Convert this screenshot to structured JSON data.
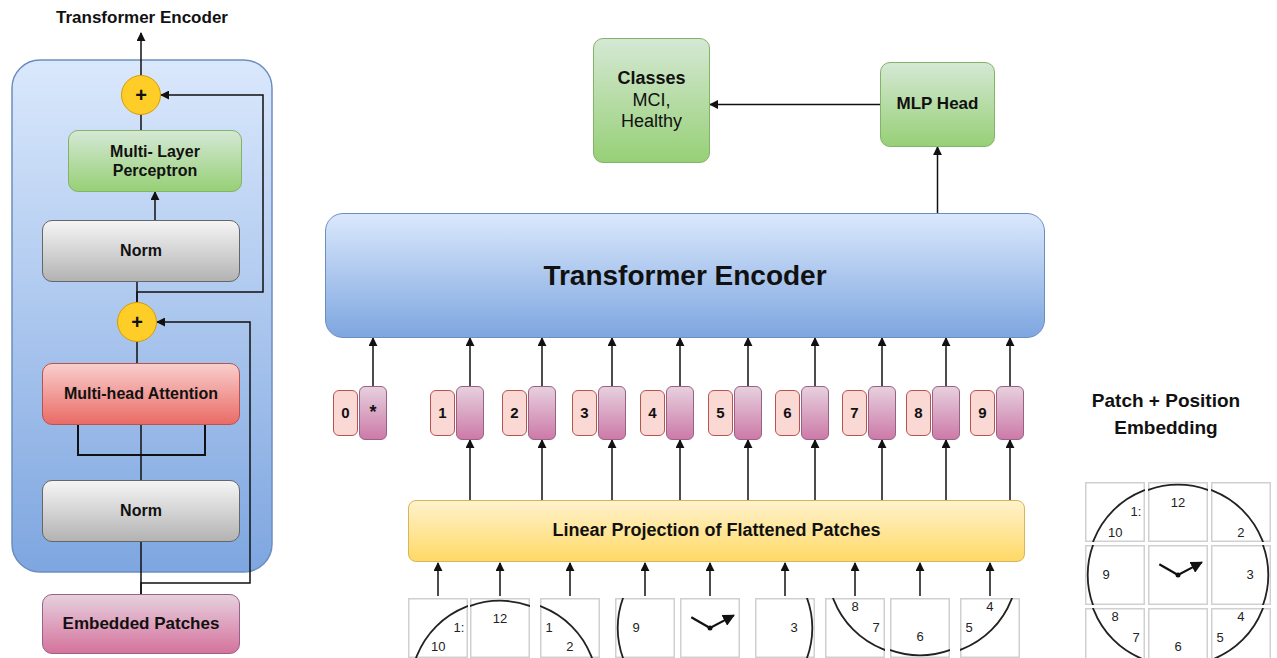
{
  "diagram": {
    "nodes": [
      {
        "text": [
          "Transformer Encoder"
        ]
      },
      {
        "text": [
          "+"
        ],
        "in": 0
      },
      {
        "text": [
          "Multi- Layer Perceptron"
        ],
        "in": 0
      },
      {
        "text": [
          "Norm"
        ],
        "in": 0
      },
      {
        "text": [
          "+"
        ],
        "in": 0
      },
      {
        "text": [
          "Multi-head Attention"
        ],
        "in": 0
      },
      {
        "text": [
          "Norm"
        ],
        "in": 0
      },
      {
        "text": [
          "Embedded Patches"
        ]
      },
      {
        "text": [
          "Classes",
          "MCI, Healthy"
        ]
      },
      {
        "text": [
          "MLP Head"
        ]
      },
      {
        "text": [
          "Transformer Encoder"
        ]
      },
      {
        "text": [
          "0",
          "*"
        ]
      },
      {
        "text": [
          "1"
        ]
      },
      {
        "text": [
          "2"
        ]
      },
      {
        "text": [
          "3"
        ]
      },
      {
        "text": [
          "4"
        ]
      },
      {
        "text": [
          "5"
        ]
      },
      {
        "text": [
          "6"
        ]
      },
      {
        "text": [
          "7"
        ]
      },
      {
        "text": [
          "8"
        ]
      },
      {
        "text": [
          "9"
        ]
      },
      {
        "text": [
          "Linear Projection of Flattened Patches"
        ]
      }
    ],
    "edges": [
      {
        "from": 7,
        "to": 6,
        "arrow": "none"
      },
      {
        "from": 6,
        "to": 5,
        "arrow": "none"
      },
      {
        "from": 5,
        "to": 4,
        "arrow": "none"
      },
      {
        "from": 4,
        "to": 3,
        "arrow": "none"
      },
      {
        "from": 3,
        "to": 2,
        "arrow": "to"
      },
      {
        "from": 2,
        "to": 1,
        "arrow": "none"
      },
      {
        "from": 7,
        "to": 4,
        "arrow": "to"
      },
      {
        "from": 4,
        "to": 1,
        "arrow": "to"
      },
      {
        "from": 10,
        "to": 9,
        "arrow": "to"
      },
      {
        "from": 9,
        "to": 8,
        "arrow": "to"
      },
      {
        "from": 21,
        "to": 12,
        "arrow": "to"
      },
      {
        "from": 21,
        "to": 13,
        "arrow": "to"
      },
      {
        "from": 21,
        "to": 14,
        "arrow": "to"
      },
      {
        "from": 21,
        "to": 15,
        "arrow": "to"
      },
      {
        "from": 21,
        "to": 16,
        "arrow": "to"
      },
      {
        "from": 21,
        "to": 17,
        "arrow": "to"
      },
      {
        "from": 21,
        "to": 18,
        "arrow": "to"
      },
      {
        "from": 21,
        "to": 19,
        "arrow": "to"
      },
      {
        "from": 21,
        "to": 20,
        "arrow": "to"
      },
      {
        "from": 11,
        "to": 10,
        "arrow": "to"
      },
      {
        "from": 12,
        "to": 10,
        "arrow": "to"
      },
      {
        "from": 13,
        "to": 10,
        "arrow": "to"
      },
      {
        "from": 14,
        "to": 10,
        "arrow": "to"
      },
      {
        "from": 15,
        "to": 10,
        "arrow": "to"
      },
      {
        "from": 16,
        "to": 10,
        "arrow": "to"
      },
      {
        "from": 17,
        "to": 10,
        "arrow": "to"
      },
      {
        "from": 18,
        "to": 10,
        "arrow": "to"
      },
      {
        "from": 19,
        "to": 10,
        "arrow": "to"
      },
      {
        "from": 20,
        "to": 10,
        "arrow": "to"
      }
    ],
    "labels": [
      "Patch + Position Embedding",
      "1:",
      "10",
      "12",
      "1",
      "2",
      "9",
      "3",
      "8",
      "7",
      "6",
      "5",
      "4",
      "12",
      "1:",
      "10",
      "2",
      "9",
      "3",
      "8",
      "4",
      "7",
      "6",
      "5"
    ]
  }
}
